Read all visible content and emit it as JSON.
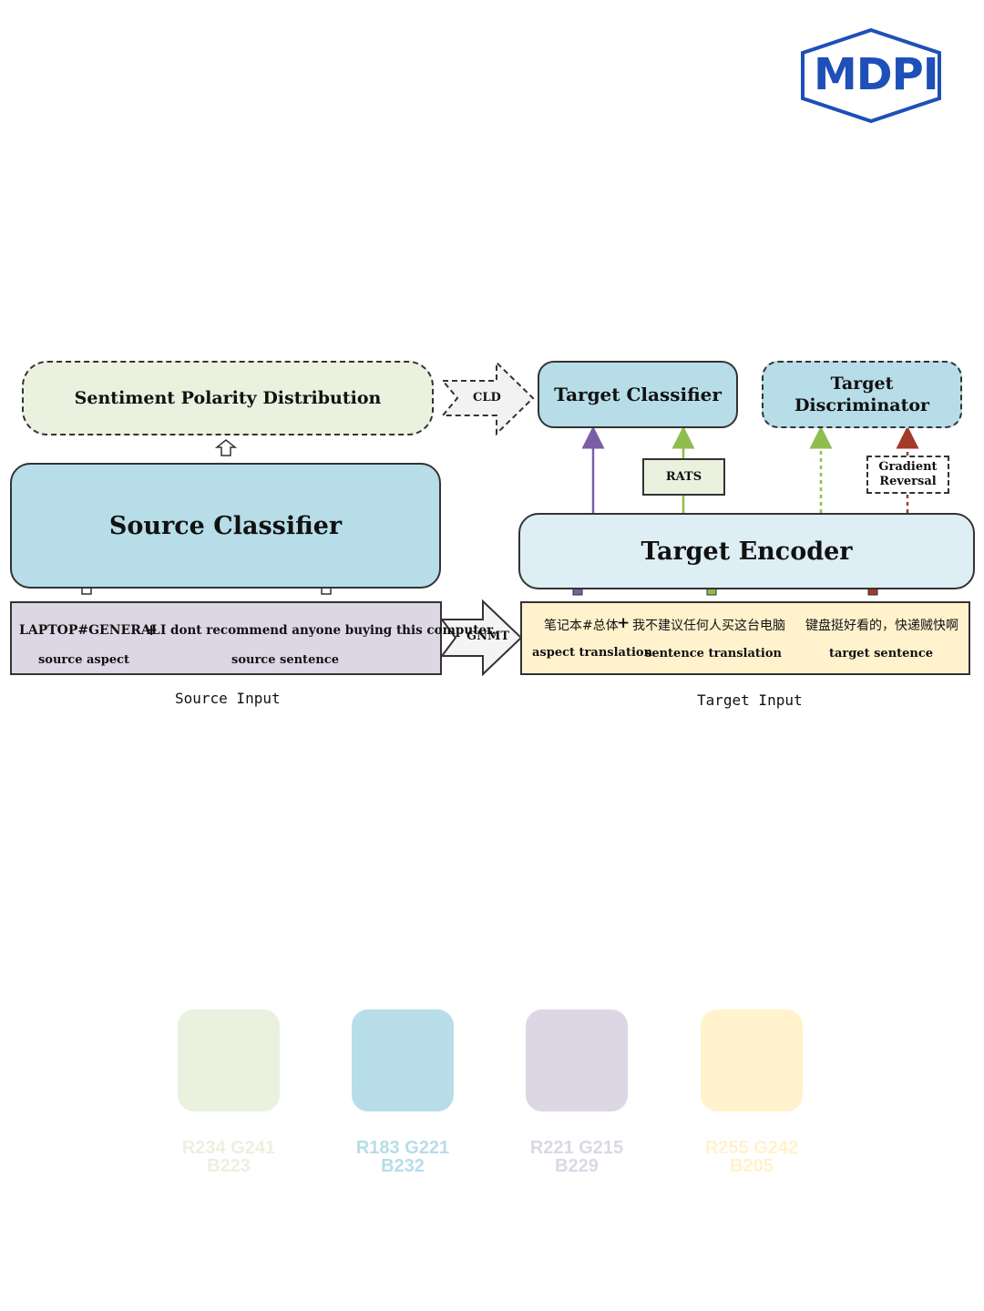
{
  "logo": {
    "text": "MDPI",
    "color": "#1f4fb8"
  },
  "diagram": {
    "sentiment_polarity_distribution": "Sentiment Polarity Distribution",
    "cld": "CLD",
    "target_classifier": "Target Classifier",
    "target_discriminator": "Target Discriminator",
    "source_classifier": "Source Classifier",
    "rats": "RATS",
    "gradient_reversal": "Gradient Reversal",
    "target_encoder": "Target Encoder",
    "gnmt": "GNMT",
    "plus": "+",
    "source_input": {
      "aspect": "LAPTOP#GENERAL",
      "sentence": "I dont recommend anyone buying this computer.",
      "aspect_label": "source aspect",
      "sentence_label": "source sentence",
      "caption": "Source Input"
    },
    "target_input": {
      "aspect": "笔记本#总体",
      "sentence_translation": "我不建议任何人买这台电脑",
      "target_sentence": "键盘挺好看的，快递贼快啊",
      "aspect_label": "aspect translation",
      "sentence_translation_label": "sentence translation",
      "target_sentence_label": "target sentence",
      "caption": "Target Input"
    },
    "arrow_colors": {
      "purple": "#7a5ea8",
      "green": "#8fbd4e",
      "red": "#a33a2a"
    }
  },
  "palette": [
    {
      "label": "R234  G241 B223",
      "color": "#eaf1df"
    },
    {
      "label": "R183  G221 B232",
      "color": "#b7dde8"
    },
    {
      "label": "R221  G215 B229",
      "color": "#ddd7e5"
    },
    {
      "label": "R255  G242 B205",
      "color": "#fff2cd"
    }
  ]
}
